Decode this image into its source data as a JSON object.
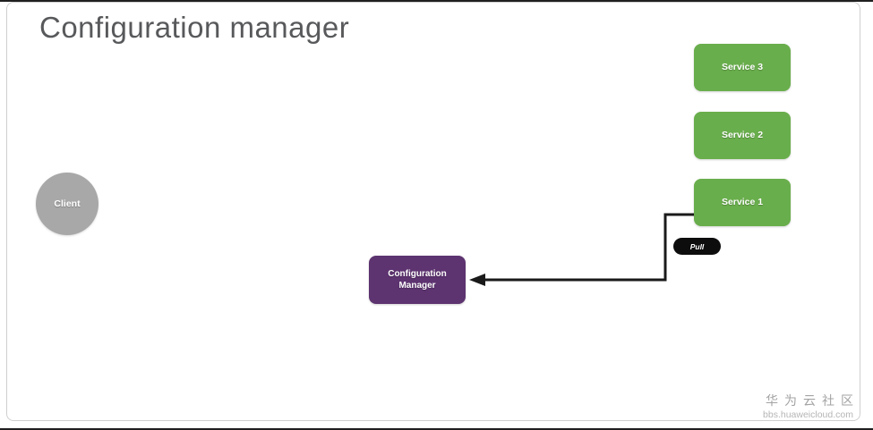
{
  "title": "Configuration manager",
  "diagram": {
    "services": [
      {
        "label": "Service 3"
      },
      {
        "label": "Service 2"
      },
      {
        "label": "Service 1"
      }
    ],
    "client": {
      "label": "Client"
    },
    "config_manager": {
      "label": "Configuration Manager"
    },
    "pull_label": "Pull",
    "colors": {
      "service_green": "#69ae4c",
      "config_purple": "#5d3370",
      "client_gray": "#a8a8a8",
      "pull_black": "#0d0d0d",
      "connector_black": "#1a1a1a",
      "title_gray": "#58595b"
    }
  },
  "watermark": {
    "community": "华为云社区",
    "site": "bbs.huaweicloud.com"
  }
}
